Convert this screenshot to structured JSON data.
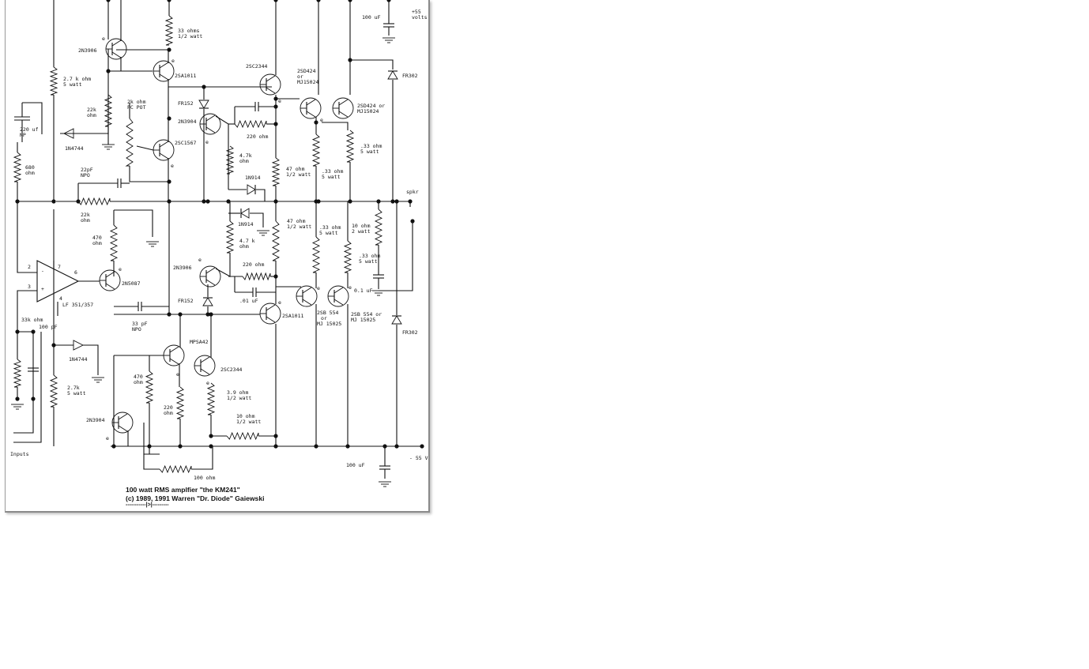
{
  "document": {
    "title": "100 watt RMS amplfier  \"the KM241\"",
    "copyright": "(c) 1989, 1991 Warren \"Dr. Diode\" Gaiewski",
    "signature": "-----------|>|---------"
  },
  "labels": {
    "q_2n3906_top": "2N3906",
    "q_2sa1011_top": "2SA1011",
    "r_33ohm": "33 ohms",
    "r_33ohm_w": "1/2 watt",
    "c_100uf_top": "100 uF",
    "v_pos": "+55",
    "v_pos_unit": "volts",
    "q_2sc2344_top": "2SC2344",
    "q_2sd424_a": "2SD424",
    "q_2sd424_a_or": "or",
    "q_2sd424_a_alt": "MJ15024",
    "q_2sd424_b": "2SD424 or",
    "q_2sd424_b_alt": "MJ15024",
    "d_fr302_top": "FR302",
    "r_2k7_top": "2.7 k ohm",
    "r_2k7_top_w": "5 watt",
    "r_22k_a": "22k",
    "r_22k_a_u": "ohm",
    "pot_2k": "2k ohm",
    "pot_2k_type": "PC POT",
    "d_fr152_top": "FR152",
    "q_2n3904_mid": "2N3904",
    "c_220uf": "220 uf",
    "c_220uf_np": "NP",
    "z_1n4744_top": "1N4744",
    "q_2sc1567": "2SC1567",
    "r_220_top": "220 ohm",
    "r_4k7_top": "4.7k",
    "r_4k7_top_u": "ohm",
    "r_033_a": ".33 ohm",
    "r_033_a_w": "5 watt",
    "r_680": "680",
    "r_680_u": "ohm",
    "c_22pf": "22pF",
    "c_22pf_npo": "NPO",
    "r_47_top": "47 ohm",
    "r_47_top_w": "1/2 watt",
    "r_033_b": ".33 ohm",
    "r_033_b_w": "5 watt",
    "d_1n914_top": "1N914",
    "spkr": "spkr",
    "r_22k_b": "22k",
    "r_22k_b_u": "ohm",
    "d_1n914_bot": "1N914",
    "r_47_bot": "47 ohm",
    "r_47_bot_w": "1/2 watt",
    "r_033_c": ".33 ohm",
    "r_033_c_w": "5 watt",
    "r_10_2w": "10 ohm",
    "r_10_2w_w": "2 watt",
    "r_470_a": "470",
    "r_470_a_u": "ohm",
    "r_4k7_bot": "4.7 k",
    "r_4k7_bot_u": "ohm",
    "r_033_d": ".33 ohm",
    "r_033_d_w": "5 watt",
    "pin7": "7",
    "pin2": "2",
    "pin6": "6",
    "pin3": "3",
    "pin4": "4",
    "pin_minus": "-",
    "pin_plus": "+",
    "opamp": "LF 351/357",
    "q_2n3906_bot": "2N3906",
    "r_220_bot": "220 ohm",
    "q_2n5087": "2N5087",
    "c_001uf": ".01 uF",
    "c_01uf": "0.1 uF",
    "d_fr152_bot": "FR152",
    "q_2sa1011_bot": "2SA1011",
    "q_2sb554_a": "2SB 554",
    "q_2sb554_a_or": "or",
    "q_2sb554_a_alt": "MJ 15025",
    "q_2sb554_b": "2SB 554 or",
    "q_2sb554_b_alt": "MJ 15025",
    "d_fr302_bot": "FR302",
    "r_33k": "33k ohm",
    "c_100pf": "100 pF",
    "c_33pf": "33 pF",
    "c_33pf_npo": "NPO",
    "q_mpsa42": "MPSA42",
    "z_1n4744_bot": "1N4744",
    "q_2sc2344_bot": "2SC2344",
    "r_470_b": "470",
    "r_470_b_u": "ohm",
    "r_3_9": "3.9 ohm",
    "r_3_9_w": "1/2 watt",
    "r_2k7_bot": "2.7k",
    "r_2k7_bot_w": "5 watt",
    "r_220_c": "220",
    "r_220_c_u": "ohm",
    "r_10_half": "10 ohm",
    "r_10_half_w": "1/2 watt",
    "q_2n3904_bot": "2N3904",
    "inputs": "Inputs",
    "c_100uf_bot": "100 uF",
    "v_neg": "- 55 V",
    "r_100": "100 ohm",
    "emitter_mark": "e"
  }
}
